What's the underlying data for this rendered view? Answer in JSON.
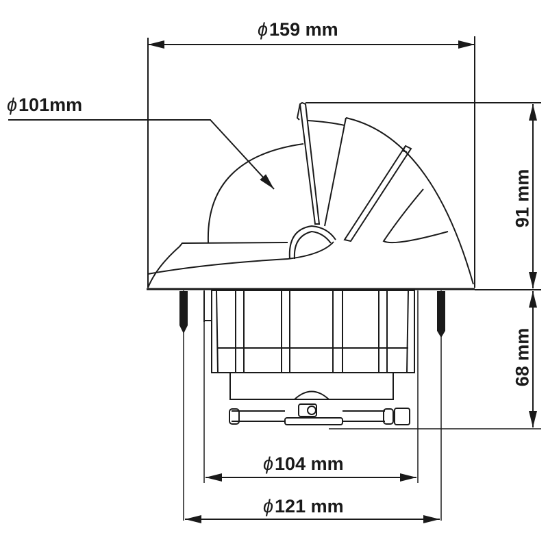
{
  "diagram": {
    "subject": "Compass technical dimension drawing (side view)",
    "colors": {
      "line": "#1a1a1a",
      "background": "#ffffff"
    },
    "dimensions": {
      "overall_diameter": {
        "symbol": "ϕ",
        "value": "159 mm"
      },
      "dome_diameter": {
        "symbol": "ϕ",
        "value": "101mm"
      },
      "height_above": {
        "value": "91 mm"
      },
      "depth_below": {
        "value": "68 mm"
      },
      "body_diameter": {
        "symbol": "ϕ",
        "value": "104 mm"
      },
      "screw_spacing": {
        "symbol": "ϕ",
        "value": "121 mm"
      }
    }
  }
}
